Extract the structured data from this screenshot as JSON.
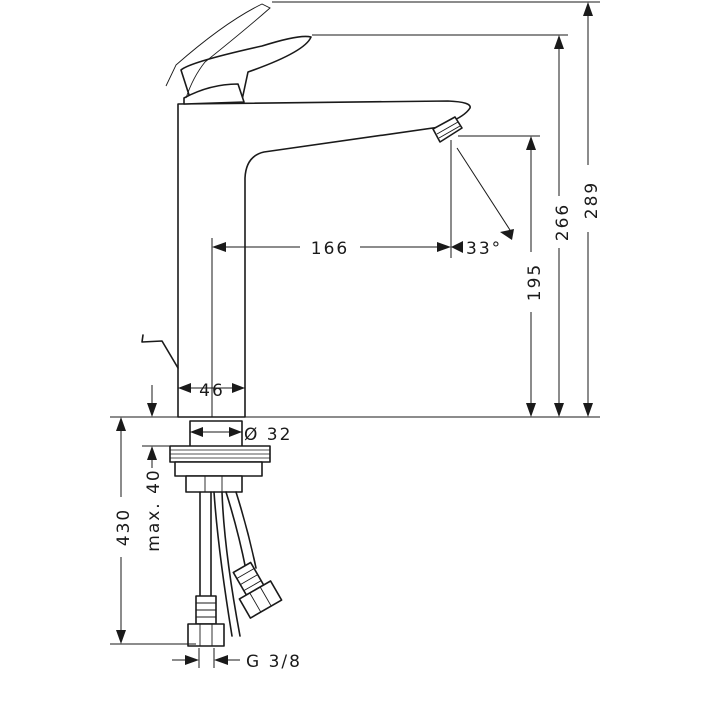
{
  "dimensions": {
    "spout_reach": "166",
    "spray_angle": "33°",
    "spout_height": "195",
    "height_to_body": "266",
    "total_height": "289",
    "base_diameter": "46",
    "shank_diameter": "Ø 32",
    "max_deck_thickness": "max. 40",
    "hose_length": "430",
    "connection_thread": "G 3/8"
  },
  "colors": {
    "line": "#1a1a1a",
    "background": "#ffffff"
  }
}
